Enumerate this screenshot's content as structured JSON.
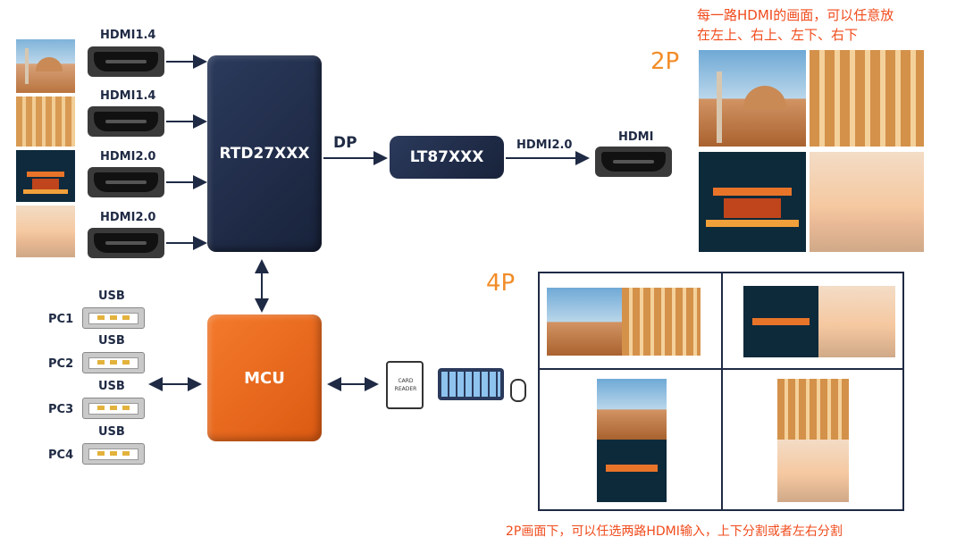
{
  "inputs": {
    "hdmi_labels": [
      "HDMI1.4",
      "HDMI1.4",
      "HDMI2.0",
      "HDMI2.0"
    ]
  },
  "chips": {
    "rtd": "RTD27XXX",
    "lt": "LT87XXX",
    "mcu": "MCU"
  },
  "links": {
    "dp": "DP",
    "hdmi20": "HDMI2.0",
    "hdmi_out": "HDMI"
  },
  "usb": {
    "label": "USB",
    "ports": [
      "PC1",
      "PC2",
      "PC3",
      "PC4"
    ]
  },
  "peripherals": {
    "card_reader": "CARD READER"
  },
  "modes": {
    "mode_2p": "2P",
    "mode_4p": "4P",
    "note_2p": "每一路HDMI的画面，可以任意放\n在左上、右上、左下、右下",
    "note_4p": "2P画面下，可以任选两路HDMI输入，上下分割或者左右分割"
  },
  "colors": {
    "chip_navy": "#1f2a44",
    "chip_orange": "#ee6a1f",
    "accent_orange": "#f28c28",
    "note_red": "#f04b1c"
  }
}
